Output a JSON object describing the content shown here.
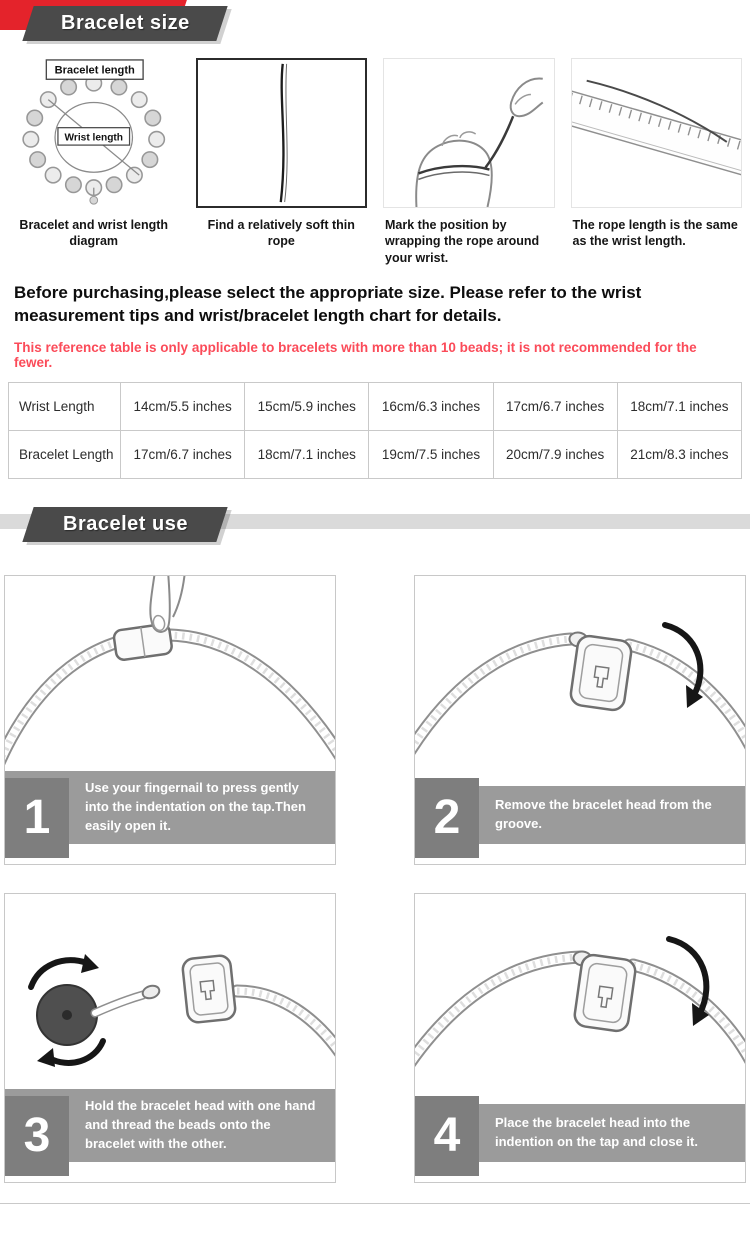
{
  "size": {
    "banner": "Bracelet size",
    "diagram": {
      "bracelet_length_label": "Bracelet length",
      "wrist_length_label": "Wrist length"
    },
    "steps": [
      {
        "caption": "Bracelet and wrist length diagram"
      },
      {
        "caption": "Find a relatively soft thin rope"
      },
      {
        "caption": "Mark the position by wrapping the rope around your wrist."
      },
      {
        "caption": "The rope length is the same as the wrist length."
      }
    ],
    "intro": "Before purchasing,please select the appropriate size. Please refer to the wrist measurement tips and wrist/bracelet length chart for details.",
    "note": "This reference table is only applicable to bracelets with more than 10 beads; it is not recommended for the fewer.",
    "table": {
      "rows": [
        {
          "header": "Wrist Length",
          "values": [
            "14cm/5.5 inches",
            "15cm/5.9 inches",
            "16cm/6.3 inches",
            "17cm/6.7 inches",
            "18cm/7.1 inches"
          ]
        },
        {
          "header": "Bracelet Length",
          "values": [
            "17cm/6.7 inches",
            "18cm/7.1 inches",
            "19cm/7.5 inches",
            "20cm/7.9 inches",
            "21cm/8.3 inches"
          ]
        }
      ]
    }
  },
  "use": {
    "banner": "Bracelet use",
    "steps": [
      {
        "num": "1",
        "text": "Use your fingernail to press gently into the indentation on the tap.Then easily open it."
      },
      {
        "num": "2",
        "text": "Remove the bracelet head from the groove."
      },
      {
        "num": "3",
        "text": "Hold the bracelet head with one hand and thread the beads onto the bracelet with the other."
      },
      {
        "num": "4",
        "text": "Place the bracelet head into the indention on the tap and close it."
      }
    ]
  },
  "colors": {
    "accent_red": "#e4232b",
    "note_red": "#fb4b59",
    "banner_dark": "#4a4a4a",
    "caption_bar_gray": "#9b9b9b",
    "caption_number_gray": "#7e7e7e"
  }
}
